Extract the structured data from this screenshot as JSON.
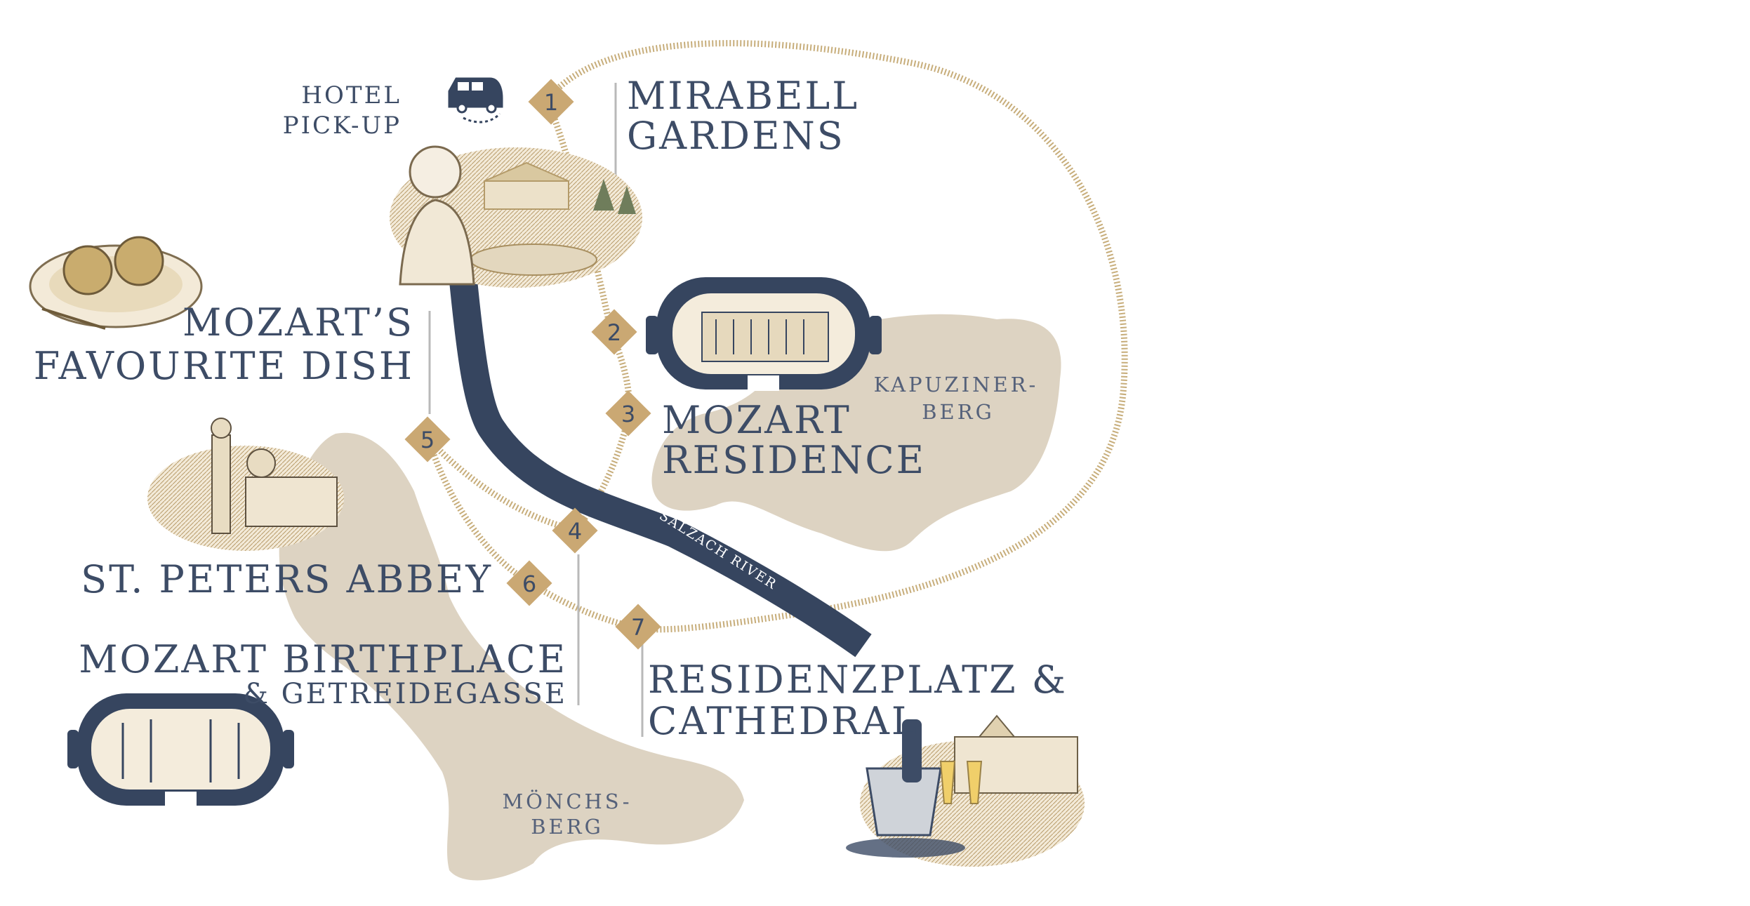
{
  "colors": {
    "route": "#c7ad7a",
    "marker": "#caa873",
    "river": "#36455f",
    "land": "#ddd3c2",
    "text": "#3d4c66"
  },
  "pickup": {
    "line1": "HOTEL",
    "line2": "PICK-UP",
    "icon": "van-icon"
  },
  "stops": [
    {
      "number": "1",
      "line1": "MIRABELL",
      "line2": "GARDENS"
    },
    {
      "number": "2"
    },
    {
      "number": "3",
      "line1": "MOZART",
      "line2": "RESIDENCE"
    },
    {
      "number": "4"
    },
    {
      "number": "5",
      "line1": "MOZART’S",
      "line2": "FAVOURITE DISH"
    },
    {
      "number": "6",
      "line1": "ST. PETERS ABBEY"
    },
    {
      "number": "7",
      "line1": "RESIDENZPLATZ &",
      "line2": "CATHEDRAL"
    }
  ],
  "birthplace": {
    "line1": "MOZART BIRTHPLACE",
    "line2": "& GETREIDEGASSE"
  },
  "hills": {
    "kapuzinerberg": {
      "line1": "KAPUZINER-",
      "line2": "BERG"
    },
    "moenchsberg": {
      "line1": "MÖNCHS-",
      "line2": "BERG"
    }
  },
  "river": {
    "label": "SALZACH RIVER"
  },
  "illustrations": [
    "mirabell-gardens-engraving",
    "mozart-residence-vr-goggles",
    "dumplings-plate-engraving",
    "st-peters-abbey-engraving",
    "getreidegasse-vr-goggles",
    "champagne-cathedral-engraving"
  ]
}
